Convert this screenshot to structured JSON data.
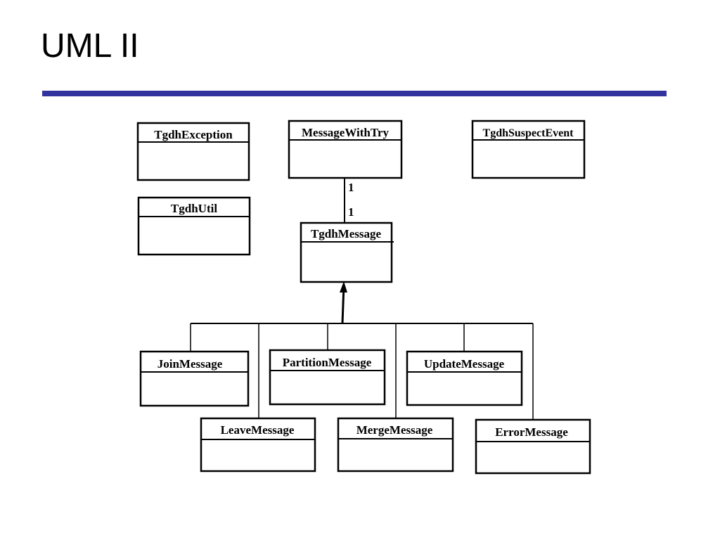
{
  "slide": {
    "title": "UML II",
    "rule_color": "#3333a0"
  },
  "classes": [
    {
      "id": "tgdh-exception",
      "name": "TgdhException"
    },
    {
      "id": "message-with-try",
      "name": "MessageWithTry"
    },
    {
      "id": "tgdh-suspect-event",
      "name": "TgdhSuspectEvent"
    },
    {
      "id": "tgdh-util",
      "name": "TgdhUtil"
    },
    {
      "id": "tgdh-message",
      "name": "TgdhMessage"
    },
    {
      "id": "join-message",
      "name": "JoinMessage"
    },
    {
      "id": "partition-message",
      "name": "PartitionMessage"
    },
    {
      "id": "update-message",
      "name": "UpdateMessage"
    },
    {
      "id": "leave-message",
      "name": "LeaveMessage"
    },
    {
      "id": "merge-message",
      "name": "MergeMessage"
    },
    {
      "id": "error-message",
      "name": "ErrorMessage"
    }
  ],
  "association": {
    "from": "message-with-try",
    "to": "tgdh-message",
    "multiplicity_from": "1",
    "multiplicity_to": "1"
  },
  "generalization": {
    "parent": "tgdh-message",
    "children": [
      "join-message",
      "leave-message",
      "partition-message",
      "merge-message",
      "update-message",
      "error-message"
    ]
  }
}
